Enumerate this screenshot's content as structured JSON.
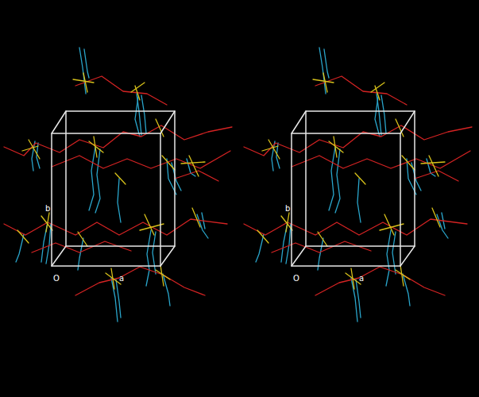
{
  "diagram": {
    "labels": [
      "b",
      "O",
      "a",
      "b",
      "O",
      "a"
    ]
  }
}
